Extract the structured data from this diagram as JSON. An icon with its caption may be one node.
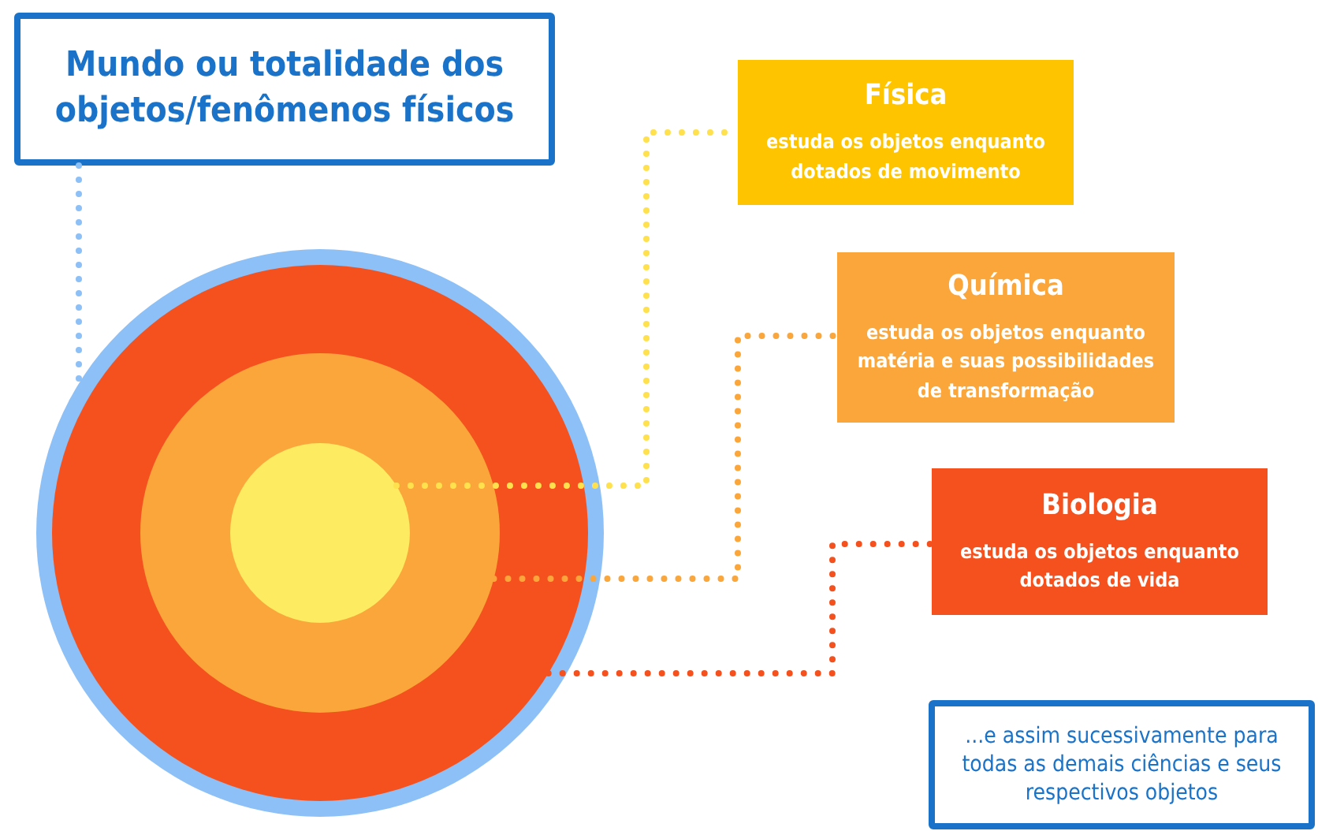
{
  "diagram": {
    "nodes": [
      {
        "text": [
          "Mundo ou totalidade dos objetos/fenômenos físicos"
        ]
      },
      {
        "text": [],
        "shape": "circle"
      },
      {
        "text": [],
        "shape": "circle",
        "in": 1
      },
      {
        "text": [],
        "shape": "circle",
        "in": 2
      },
      {
        "text": [],
        "shape": "circle",
        "in": 3
      },
      {
        "text": [
          "Física",
          "estuda os objetos enquanto dotados de movimento"
        ]
      },
      {
        "text": [
          "Química",
          "estuda os objetos enquanto matéria e suas possibilidades de transformação"
        ]
      },
      {
        "text": [
          "Biologia",
          "estuda os objetos enquanto dotados de vida"
        ]
      },
      {
        "text": [
          "...e assim sucessivamente para todas as demais ciências e seus respectivos objetos"
        ]
      }
    ],
    "edges": [
      {
        "from": 0,
        "to": 1,
        "arrow": "none",
        "style": "dashed",
        "color": "#8cc0f7"
      },
      {
        "from": 4,
        "to": 5,
        "arrow": "none",
        "style": "dashed",
        "color": "#ffe14d"
      },
      {
        "from": 3,
        "to": 6,
        "arrow": "none",
        "style": "dashed",
        "color": "#fba63a"
      },
      {
        "from": 2,
        "to": 7,
        "arrow": "none",
        "style": "dashed",
        "color": "#f4511e"
      }
    ]
  }
}
